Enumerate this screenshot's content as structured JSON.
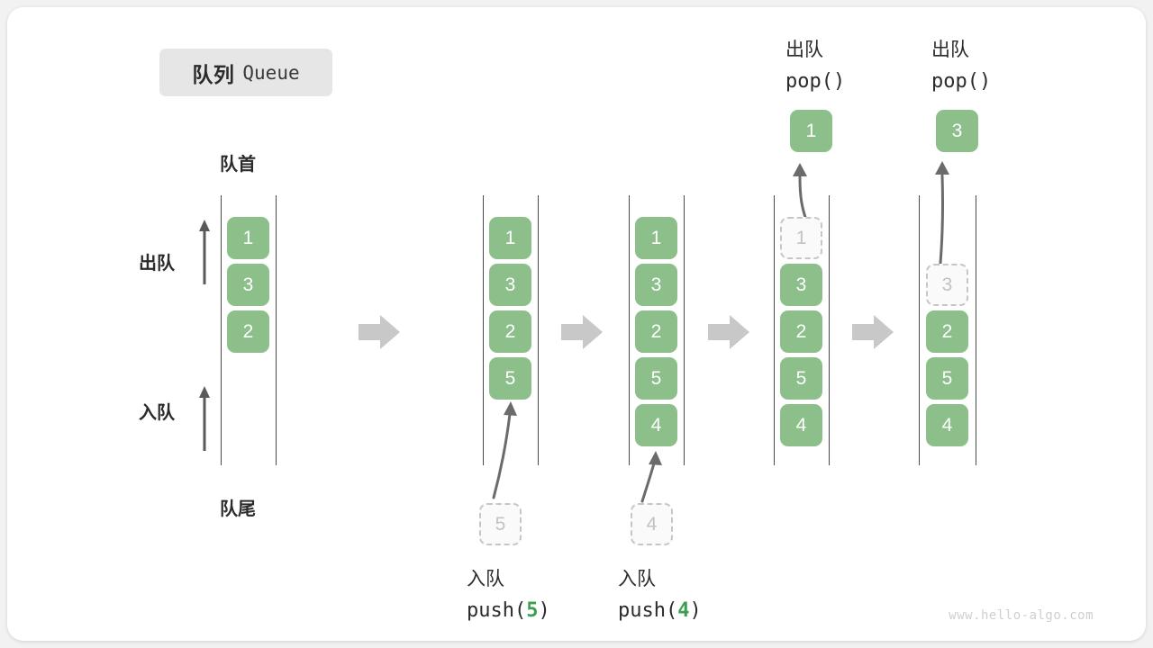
{
  "page": {
    "background": "#f2f2f2",
    "card_background": "#ffffff",
    "watermark": "www.hello-algo.com"
  },
  "title": {
    "cn": "队列",
    "en": "Queue"
  },
  "colors": {
    "cell_fill": "#8cbf8a",
    "cell_text": "#ffffff",
    "ghost_border": "#c6c6c6",
    "ghost_text": "#c2c2c2",
    "rail": "#4a4a4a",
    "step_arrow": "#c8c8c8",
    "accent_green": "#3d9e52",
    "label_text": "#2b2b2b"
  },
  "annotations": {
    "front_label": "队首",
    "rear_label": "队尾",
    "dequeue_label": "出队",
    "enqueue_label": "入队"
  },
  "steps": [
    {
      "id": "initial",
      "cells": [
        {
          "value": "1",
          "state": "filled"
        },
        {
          "value": "3",
          "state": "filled"
        },
        {
          "value": "2",
          "state": "filled"
        }
      ]
    },
    {
      "id": "push-5",
      "cells": [
        {
          "value": "1",
          "state": "filled"
        },
        {
          "value": "3",
          "state": "filled"
        },
        {
          "value": "2",
          "state": "filled"
        },
        {
          "value": "5",
          "state": "filled"
        }
      ],
      "incoming_value": "5",
      "caption_cn": "入队",
      "caption_code_prefix": "push(",
      "caption_code_value": "5",
      "caption_code_suffix": ")"
    },
    {
      "id": "push-4",
      "cells": [
        {
          "value": "1",
          "state": "filled"
        },
        {
          "value": "3",
          "state": "filled"
        },
        {
          "value": "2",
          "state": "filled"
        },
        {
          "value": "5",
          "state": "filled"
        },
        {
          "value": "4",
          "state": "filled"
        }
      ],
      "incoming_value": "4",
      "caption_cn": "入队",
      "caption_code_prefix": "push(",
      "caption_code_value": "4",
      "caption_code_suffix": ")"
    },
    {
      "id": "pop-1",
      "cells": [
        {
          "value": "1",
          "state": "ghost"
        },
        {
          "value": "3",
          "state": "filled"
        },
        {
          "value": "2",
          "state": "filled"
        },
        {
          "value": "5",
          "state": "filled"
        },
        {
          "value": "4",
          "state": "filled"
        }
      ],
      "popped_value": "1",
      "caption_cn": "出队",
      "caption_code": "pop()"
    },
    {
      "id": "pop-3",
      "cells": [
        {
          "value": "",
          "state": "empty"
        },
        {
          "value": "3",
          "state": "ghost"
        },
        {
          "value": "2",
          "state": "filled"
        },
        {
          "value": "5",
          "state": "filled"
        },
        {
          "value": "4",
          "state": "filled"
        }
      ],
      "popped_value": "3",
      "caption_cn": "出队",
      "caption_code": "pop()"
    }
  ]
}
